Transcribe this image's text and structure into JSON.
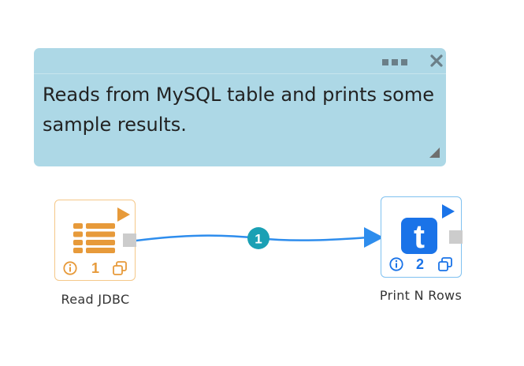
{
  "note": {
    "text": "Reads from MySQL table and prints some sample results."
  },
  "nodes": [
    {
      "label": "Read JDBC",
      "number": "1",
      "color": "#e79a3a",
      "icon": "table-list-icon"
    },
    {
      "label": "Print N Rows",
      "number": "2",
      "color": "#1a73e8",
      "icon": "letter-t-icon"
    }
  ],
  "edge": {
    "label": "1",
    "line_color": "#2e8ded",
    "badge_color": "#1aa0b4"
  }
}
